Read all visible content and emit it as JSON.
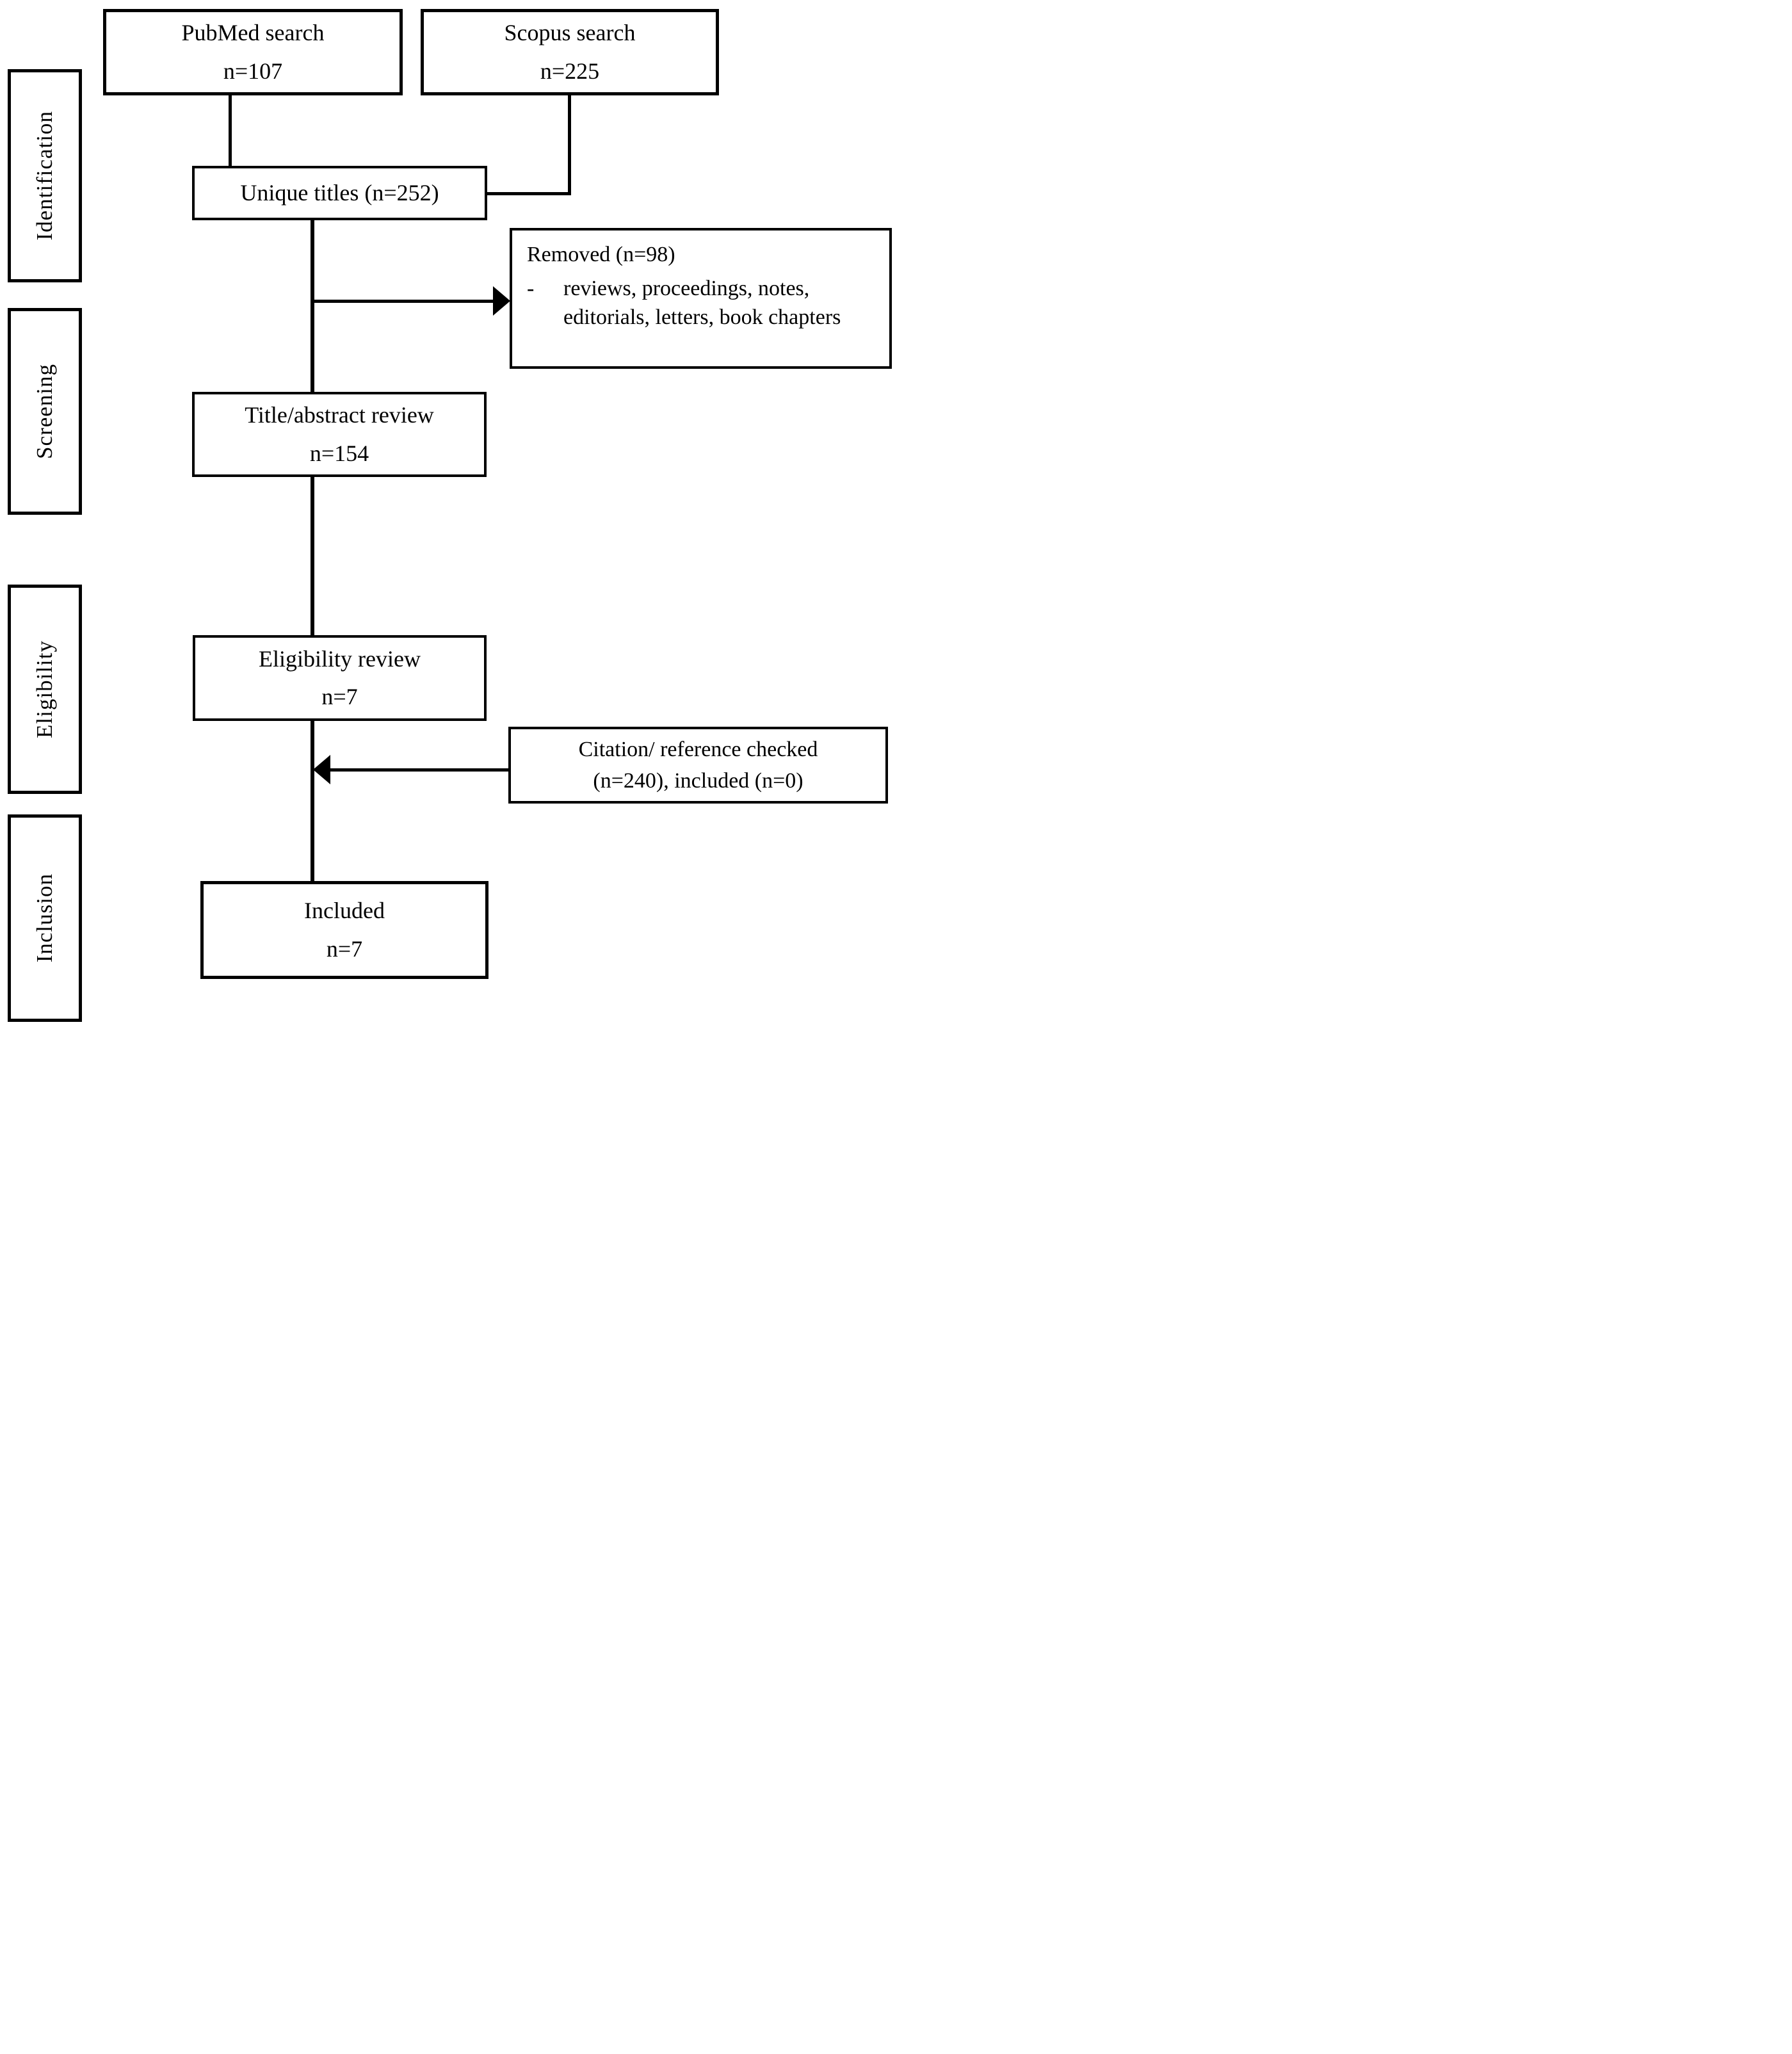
{
  "diagram": {
    "stages": [
      {
        "label": "Identification"
      },
      {
        "label": "Screening"
      },
      {
        "label": "Eligibility"
      },
      {
        "label": "Inclusion"
      }
    ],
    "boxes": {
      "pubmed": {
        "line1": "PubMed search",
        "line2": "n=107"
      },
      "scopus": {
        "line1": "Scopus search",
        "line2": "n=225"
      },
      "unique": {
        "line1": "Unique titles (n=252)"
      },
      "removed": {
        "title": "Removed (n=98)",
        "bullet": "-",
        "items": "reviews, proceedings, notes, editorials, letters, book chapters"
      },
      "title_abstract": {
        "line1": "Title/abstract review",
        "line2": "n=154"
      },
      "eligibility_review": {
        "line1": "Eligibility review",
        "line2": "n=7"
      },
      "citation": {
        "line1": "Citation/ reference checked",
        "line2": "(n=240), included (n=0)"
      },
      "included": {
        "line1": "Included",
        "line2": "n=7"
      }
    },
    "colors": {
      "line": "#000000",
      "text": "#000000",
      "background": "#ffffff"
    }
  }
}
